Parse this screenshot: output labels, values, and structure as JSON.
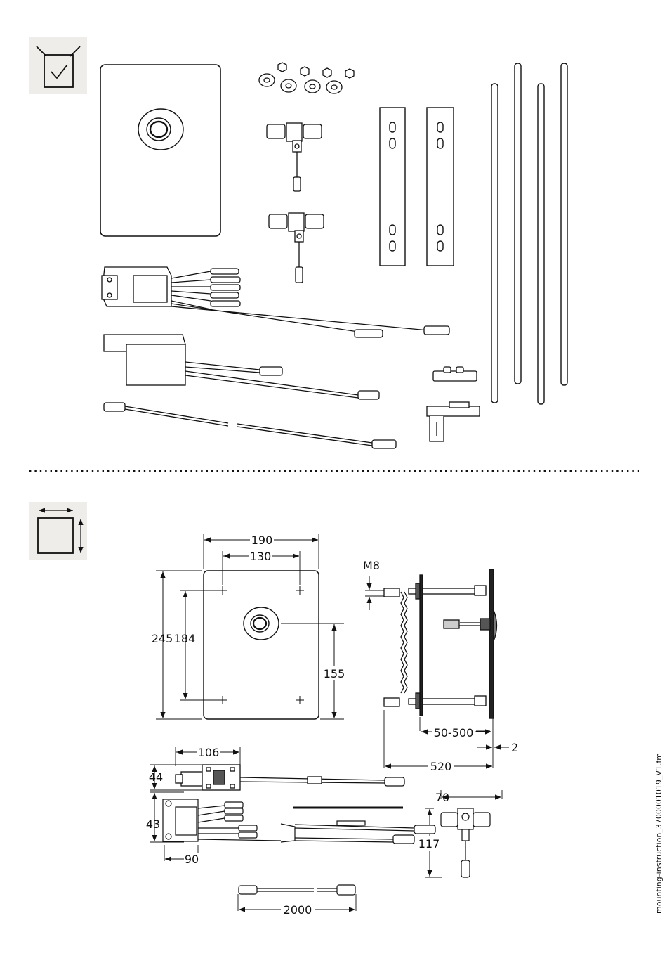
{
  "icons": {
    "contents_icon": "checkbox-in-box-icon",
    "dimensions_icon": "square-with-dimension-arrows-icon",
    "icon_bg": "#efede9"
  },
  "dimensions": {
    "plate_width": "190",
    "plate_hole_spacing_x": "130",
    "plate_height": "245",
    "plate_hole_spacing_y": "184",
    "plate_center_height": "155",
    "thread": "M8",
    "wall_depth": "50-500",
    "plate_thickness": "2",
    "rod_length": "520",
    "box_length": "106",
    "box_height": "44",
    "module_height": "43",
    "module_length": "90",
    "cable_length": "2000",
    "tee_width": "70",
    "tee_height": "117"
  },
  "footer": {
    "file_name": "mounting-instruction_3700001019_V1.fm"
  }
}
